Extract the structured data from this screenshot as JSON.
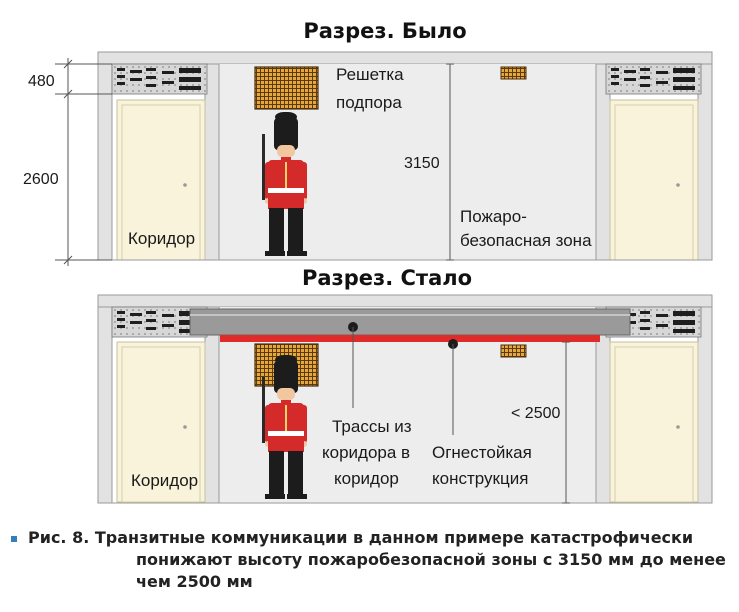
{
  "before": {
    "title": "Разрез. Было",
    "dim_top": "480",
    "dim_door": "2600",
    "dim_height": "3150",
    "grille_label_1": "Решетка",
    "grille_label_2": "подпора",
    "zone_label_1": "Пожаро-",
    "zone_label_2": "безопасная зона",
    "corridor_label": "Коридор"
  },
  "after": {
    "title": "Разрез. Стало",
    "dim_height": "< 2500",
    "routes_label_1": "Трассы из",
    "routes_label_2": "коридора в",
    "routes_label_3": "коридор",
    "fireproof_label_1": "Огнестойкая",
    "fireproof_label_2": "конструкция",
    "corridor_label": "Коридор"
  },
  "caption": {
    "line1": "Рис. 8. Транзитные коммуникации в данном примере катастрофически",
    "line2": "понижают высоту пожаробезопасной зоны с 3150 мм до менее",
    "line3": "чем 2500 мм"
  },
  "colors": {
    "wall": "#e2e2e2",
    "zone": "#ededed",
    "door": "#f8f3da",
    "grille": "#e8a73a",
    "fire_line": "#e02b2b",
    "duct": "#9a9a9a",
    "guard_red": "#d42a2a",
    "guard_black": "#1c1c1c",
    "caption_marker": "#2f7fc1"
  }
}
